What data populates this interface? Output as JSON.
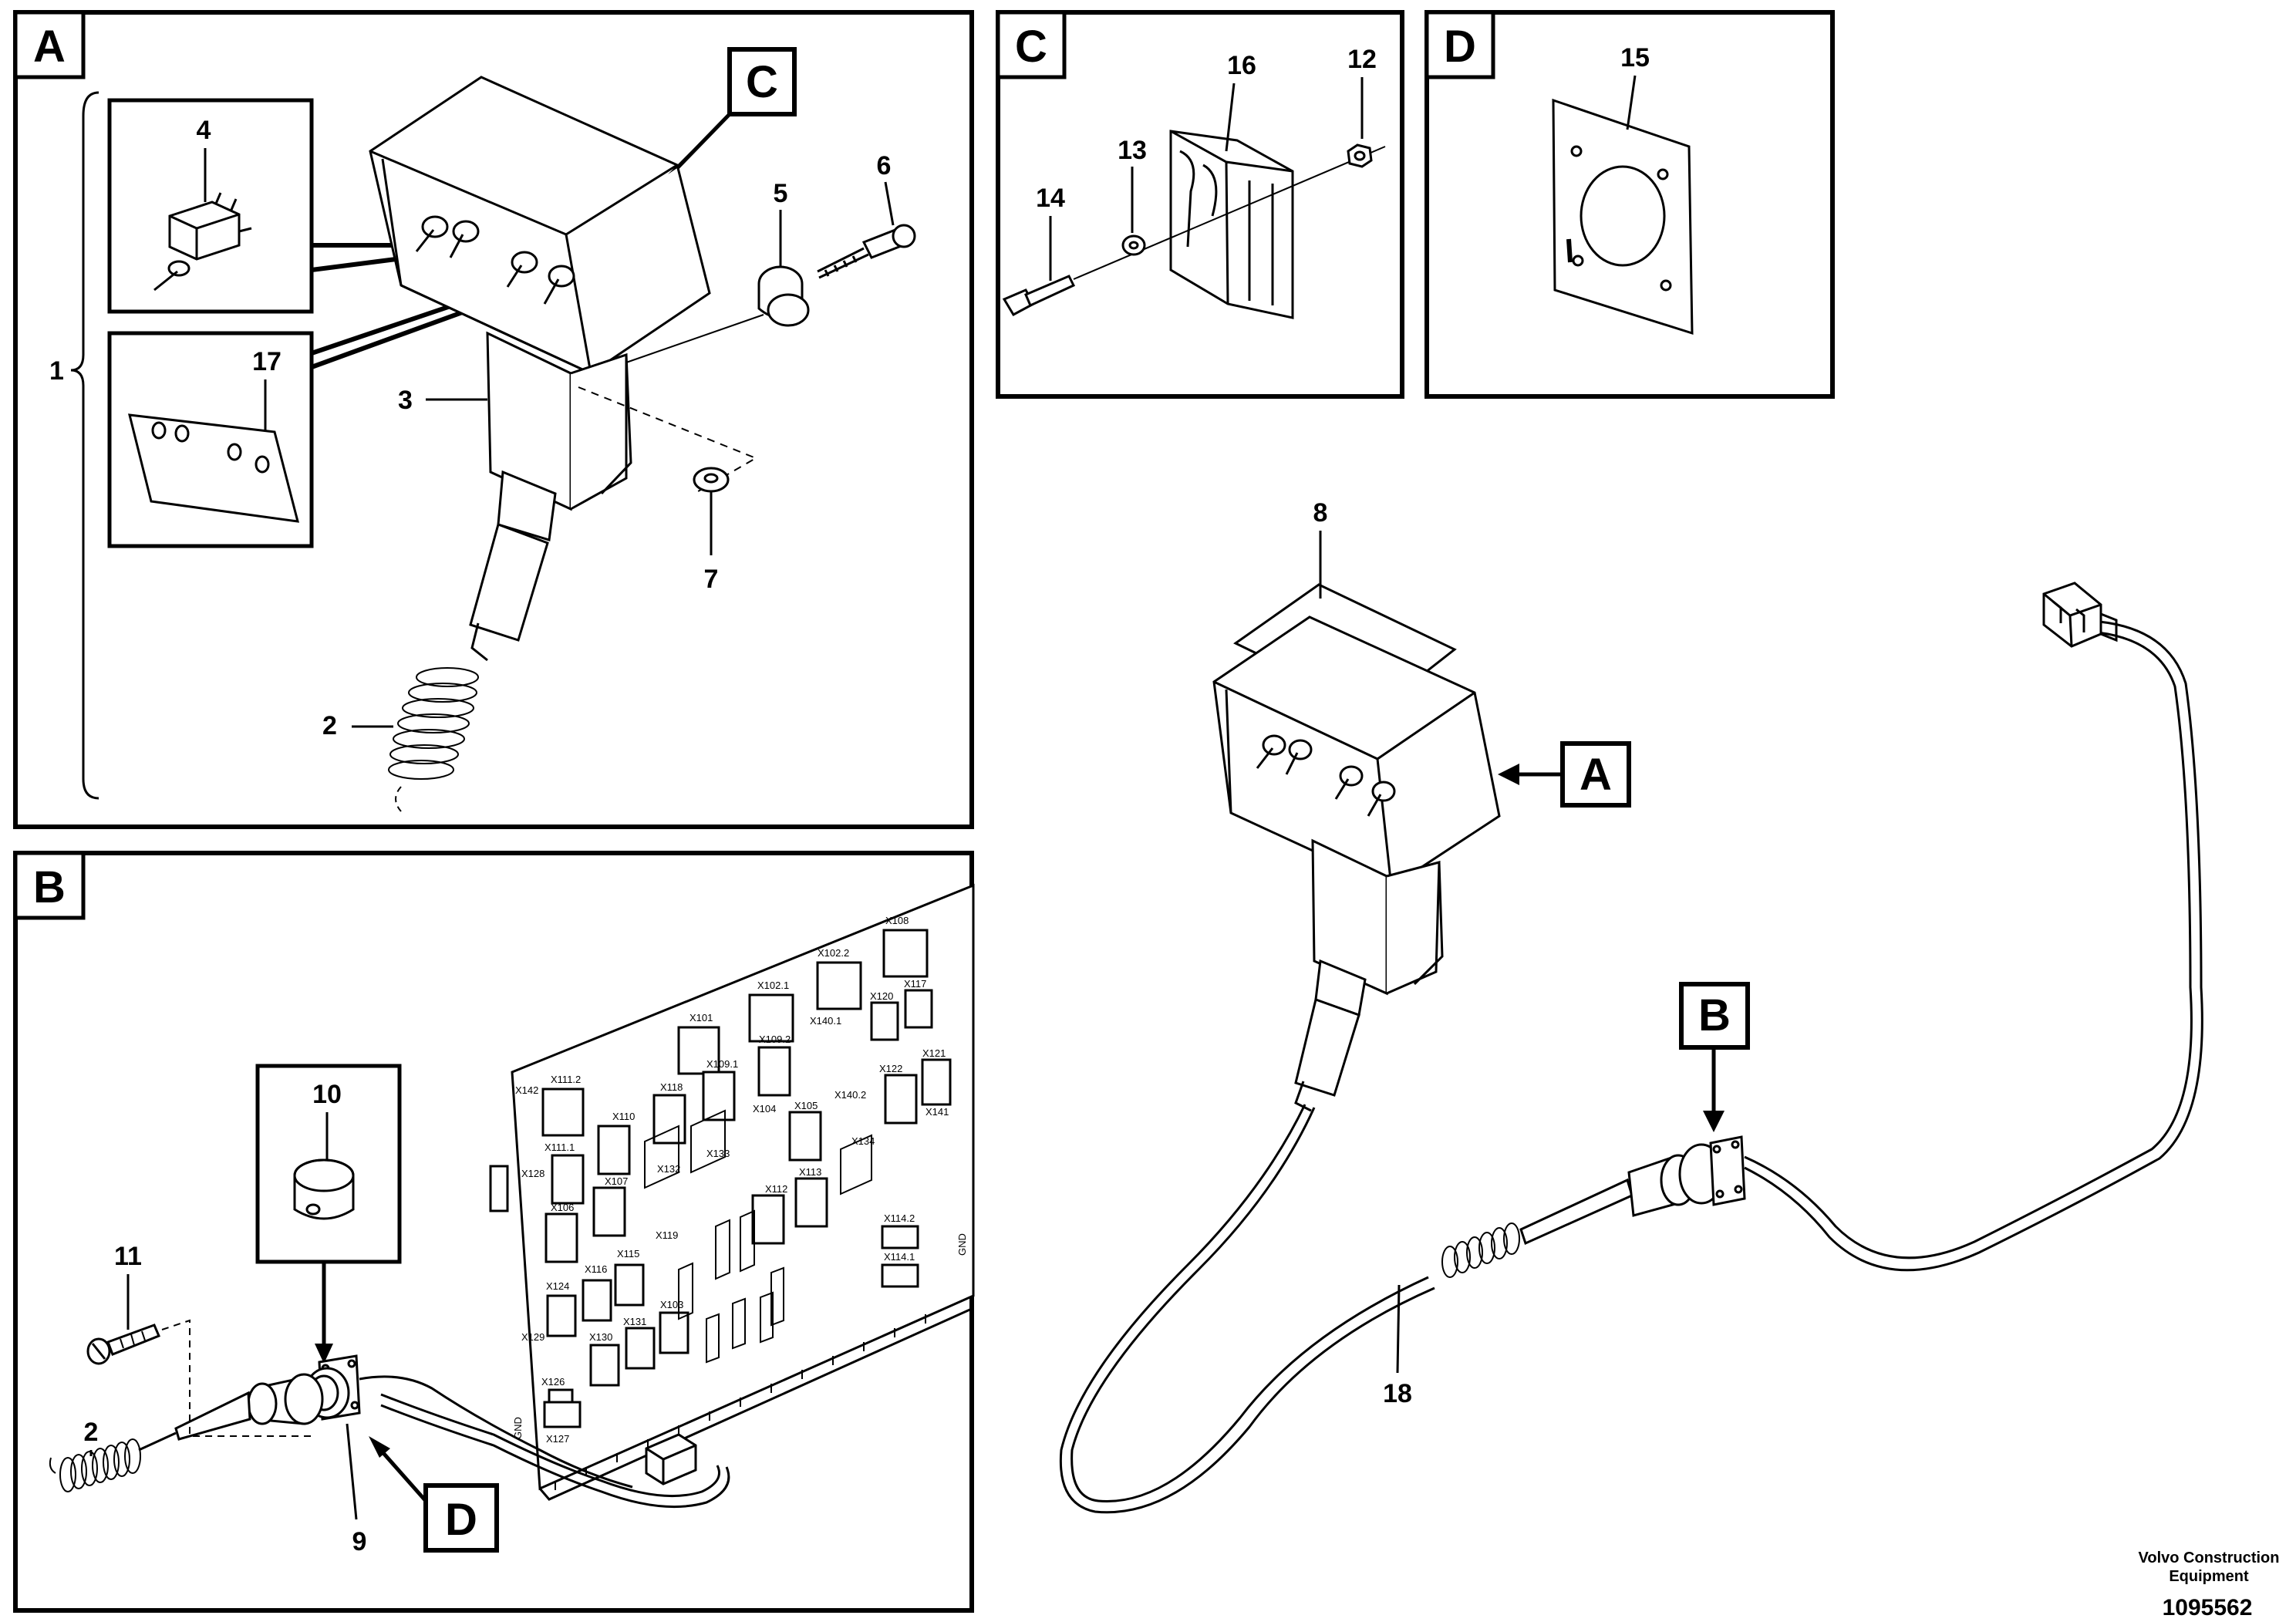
{
  "views": {
    "A": {
      "label": "A"
    },
    "B": {
      "label": "B"
    },
    "C": {
      "label": "C"
    },
    "D": {
      "label": "D"
    }
  },
  "callouts": {
    "c_in_a": "C",
    "a_in_main": "A",
    "b_in_main": "B",
    "d_in_b": "D"
  },
  "parts": {
    "p1": "1",
    "p2": "2",
    "p2b": "2",
    "p3": "3",
    "p4": "4",
    "p5": "5",
    "p6": "6",
    "p7": "7",
    "p8": "8",
    "p9": "9",
    "p10": "10",
    "p11": "11",
    "p12": "12",
    "p13": "13",
    "p14": "14",
    "p15": "15",
    "p16": "16",
    "p17": "17",
    "p18": "18"
  },
  "connectors": {
    "x142": "X142",
    "x111_2": "X111.2",
    "x101": "X101",
    "x102_1": "X102.1",
    "x102_2": "X102.2",
    "x108": "X108",
    "x140_1": "X140.1",
    "x120": "X120",
    "x117": "X117",
    "x109_1": "X109.1",
    "x109_2": "X109.2",
    "x122": "X122",
    "x121": "X121",
    "x111_1": "X111.1",
    "x110": "X110",
    "x118": "X118",
    "x104": "X104",
    "x105": "X105",
    "x140_2": "X140.2",
    "x128": "X128",
    "x107": "X107",
    "x132": "X132",
    "x133": "X133",
    "x134": "X134",
    "x141": "X141",
    "x106": "X106",
    "x112": "X112",
    "x113": "X113",
    "x114_2": "X114.2",
    "x119": "X119",
    "x116": "X116",
    "x115": "X115",
    "x114_1": "X114.1",
    "x124": "X124",
    "x131": "X131",
    "x103": "X103",
    "x129": "X129",
    "x130": "X130",
    "x126": "X126",
    "x127": "X127",
    "gnd1": "GND",
    "gnd2": "GND"
  },
  "footer": {
    "company_line1": "Volvo Construction",
    "company_line2": "Equipment",
    "drawing_number": "1095562"
  }
}
